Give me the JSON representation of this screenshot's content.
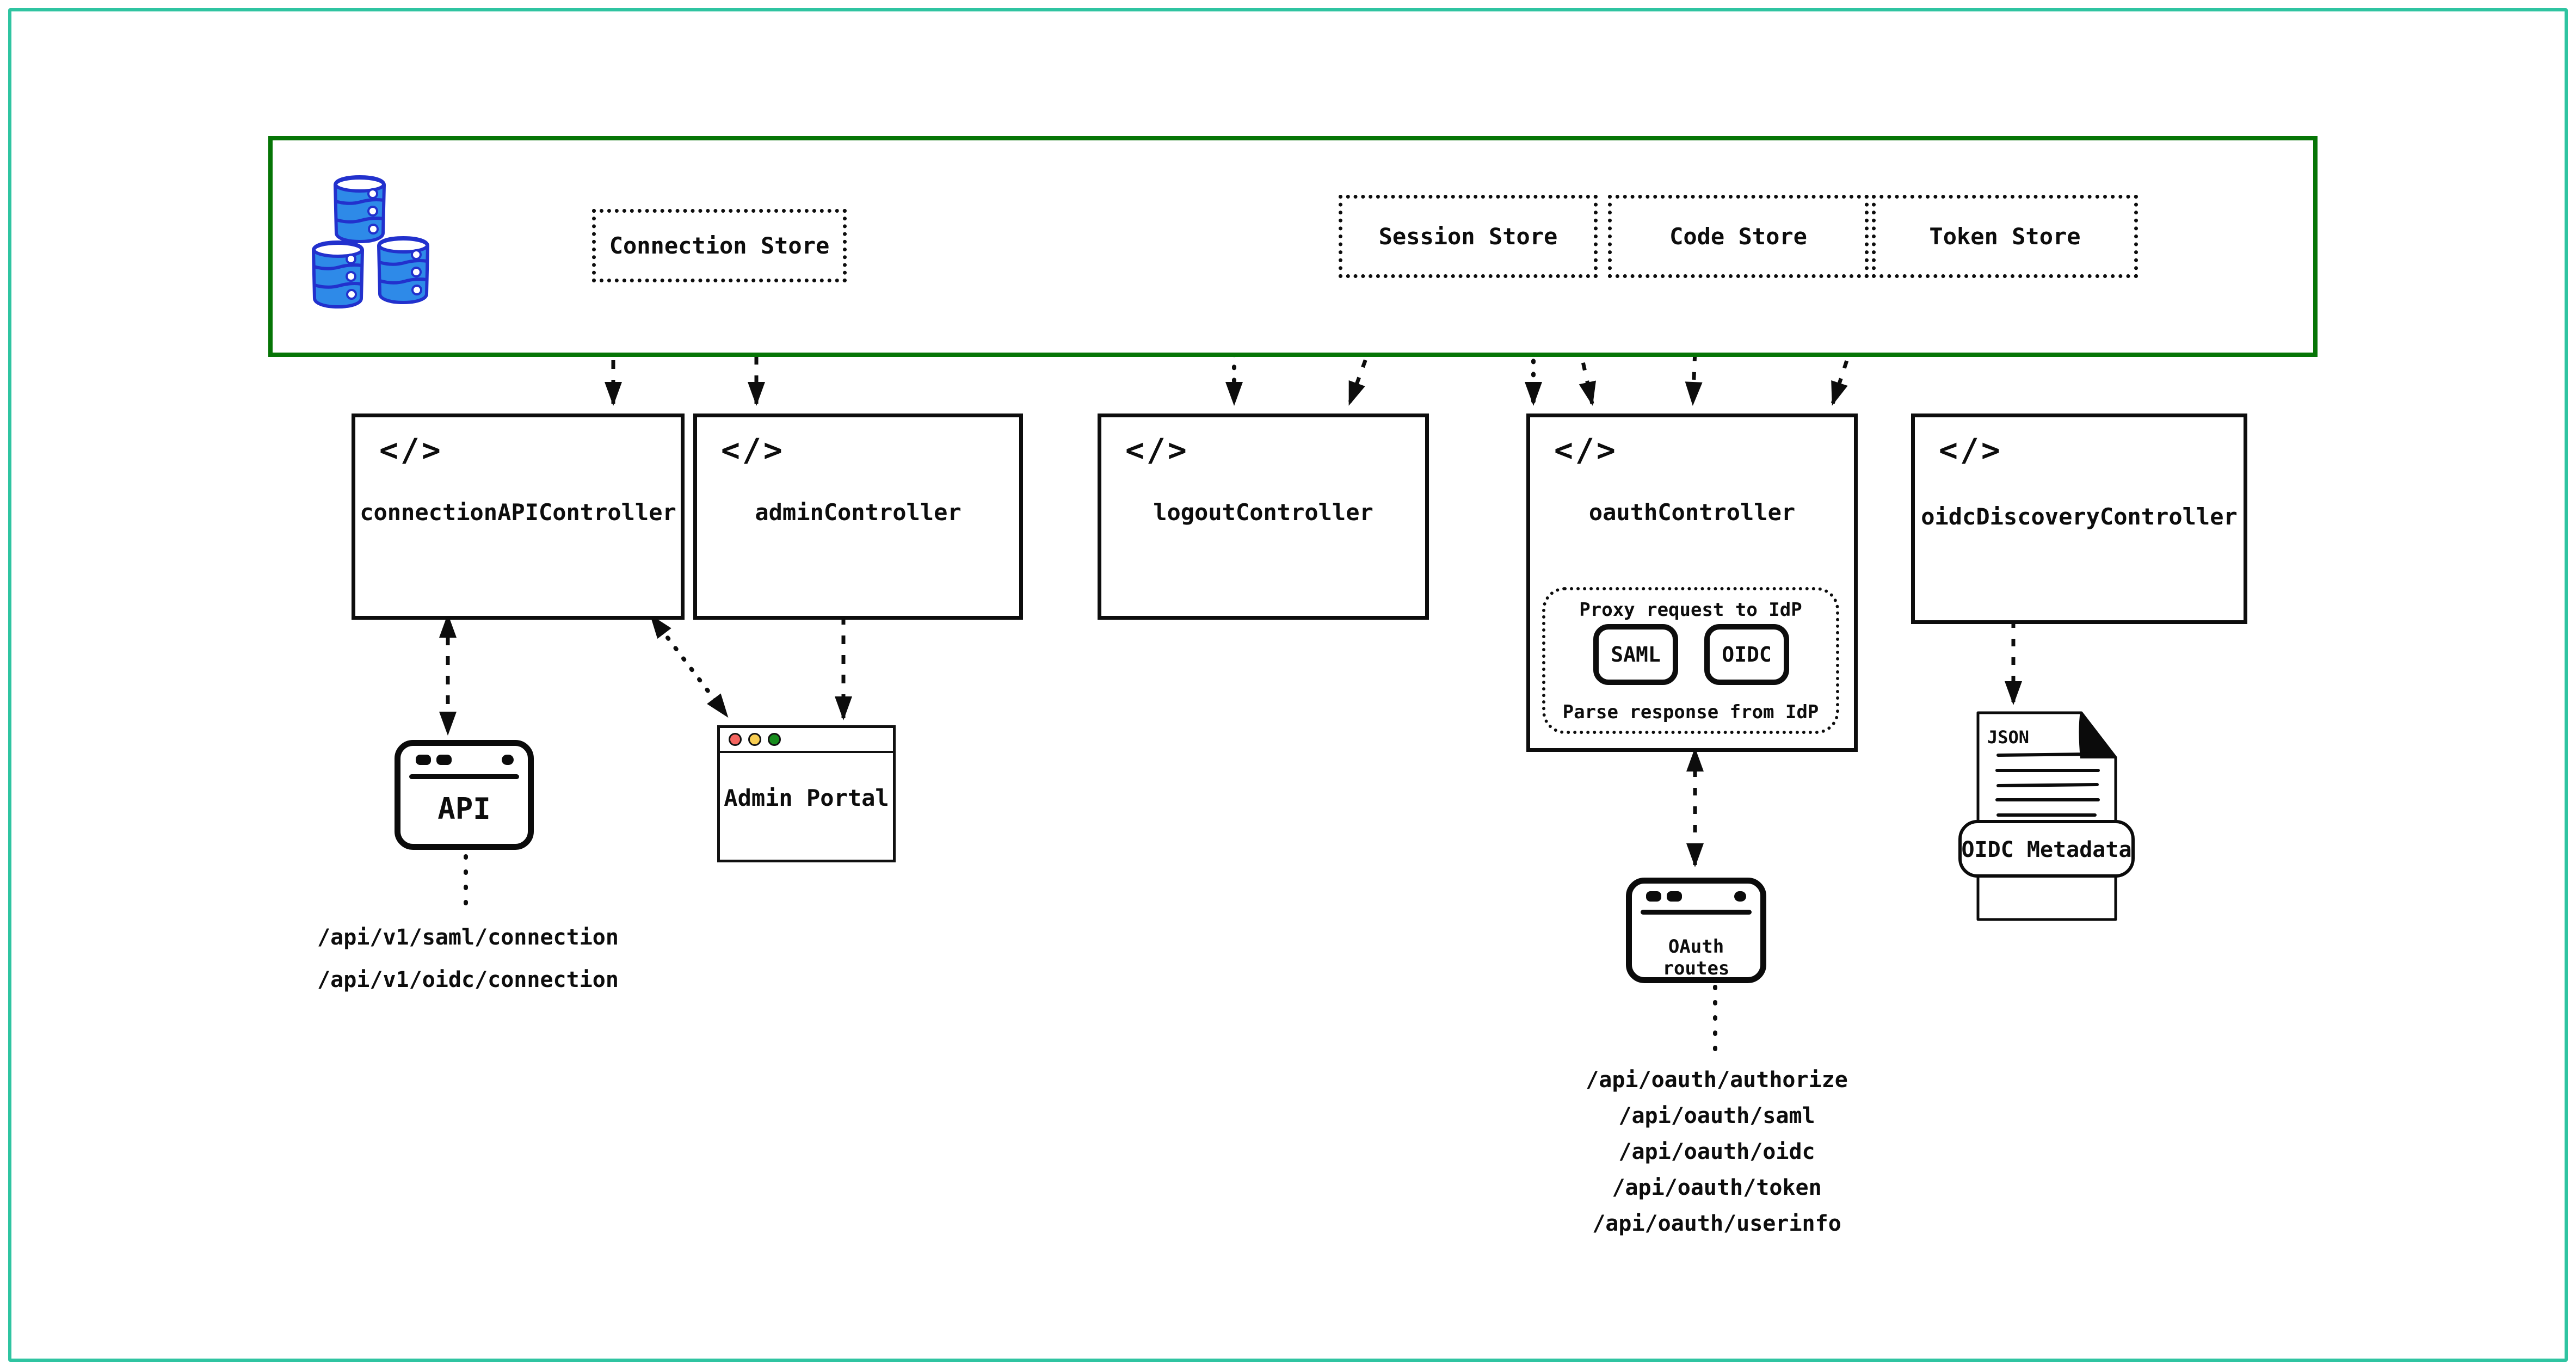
{
  "canvas": {
    "frame_color": "#2fc4a1",
    "store_zone_border_color": "#067506",
    "line_color": "#0d0d0d"
  },
  "stores": {
    "connection": "Connection Store",
    "session": "Session Store",
    "code": "Code Store",
    "token": "Token Store"
  },
  "controllers": {
    "code_icon": "</>",
    "connection_api": "connectionAPIController",
    "admin": "adminController",
    "logout": "logoutController",
    "oauth": "oauthController",
    "oidc_discovery": "oidcDiscoveryController"
  },
  "oauth_internals": {
    "proxy": "Proxy request to IdP",
    "saml": "SAML",
    "oidc": "OIDC",
    "parse": "Parse response from IdP"
  },
  "clients": {
    "api": "API",
    "admin_portal": "Admin Portal",
    "oauth_routes": "OAuth routes"
  },
  "document": {
    "file_type": "JSON",
    "banner": "OIDC Metadata"
  },
  "endpoints": {
    "connection_api": [
      "/api/v1/saml/connection",
      "/api/v1/oidc/connection"
    ],
    "oauth": [
      "/api/oauth/authorize",
      "/api/oauth/saml",
      "/api/oauth/oidc",
      "/api/oauth/token",
      "/api/oauth/userinfo"
    ]
  },
  "icons": {
    "database": "database-stack-icon",
    "database_fill": "#2e8ae8",
    "database_stroke": "#2231cd",
    "traffic_lights": [
      "#f4645f",
      "#f8ce52",
      "#178c1d"
    ]
  }
}
